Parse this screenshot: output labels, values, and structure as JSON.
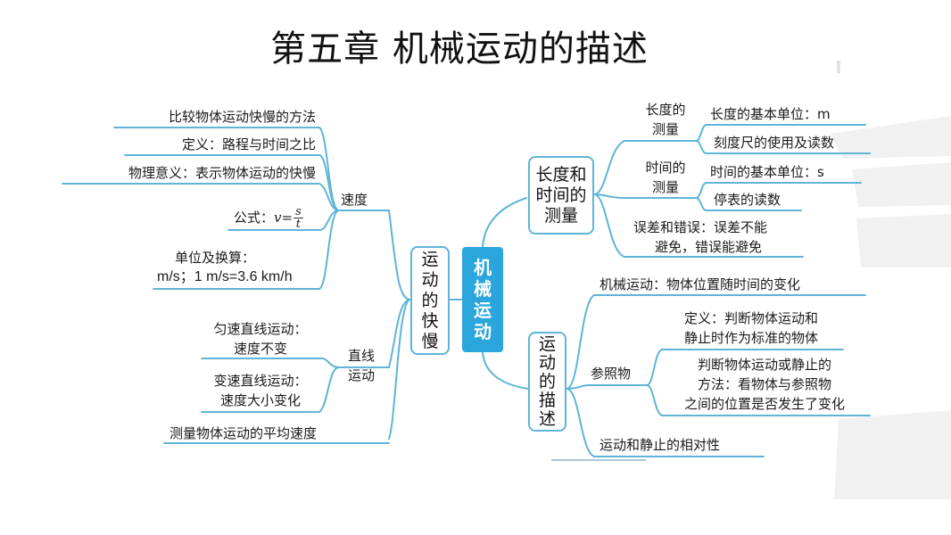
{
  "title": "第五章  机械运动的描述",
  "center": [
    "机",
    "械",
    "运",
    "动"
  ],
  "left": {
    "branch": [
      "运",
      "动",
      "的",
      "快",
      "慢"
    ],
    "speed": {
      "label": "速度",
      "items": {
        "compare": "比较物体运动快慢的方法",
        "definition": "定义：路程与时间之比",
        "meaning": "物理意义：表示物体运动的快慢",
        "formula_prefix": "公式：",
        "formula_lhs": "v=",
        "formula_num": "s",
        "formula_den": "t",
        "unit_title": "单位及换算：",
        "unit_value": "m/s；1 m/s=3.6 km/h"
      }
    },
    "line": {
      "label_1": "直线",
      "label_2": "运动",
      "uniform_1": "匀速直线运动：",
      "uniform_2": "速度不变",
      "variable_1": "变速直线运动：",
      "variable_2": "速度大小变化"
    },
    "average": "测量物体运动的平均速度"
  },
  "right_top": {
    "branch": [
      "长度和",
      "时间的",
      "测量"
    ],
    "length": {
      "label_1": "长度的",
      "label_2": "测量",
      "unit": "长度的基本单位：m",
      "ruler": "刻度尺的使用及读数"
    },
    "time": {
      "label_1": "时间的",
      "label_2": "测量",
      "unit": "时间的基本单位：s",
      "stopwatch": "停表的读数"
    },
    "error_1": "误差和错误：误差不能",
    "error_2": "避免，错误能避免"
  },
  "right_bottom": {
    "branch": [
      "运",
      "动",
      "的",
      "描",
      "述"
    ],
    "mechanical": "机械运动：物体位置随时间的变化",
    "reference": {
      "label": "参照物",
      "def_1": "定义：判断物体运动和",
      "def_2": "静止时作为标准的物体",
      "method_1": "判断物体运动或静止的",
      "method_2": "方法：看物体与参照物",
      "method_3": "之间的位置是否发生了变化"
    },
    "relativity": "运动和静止的相对性"
  }
}
